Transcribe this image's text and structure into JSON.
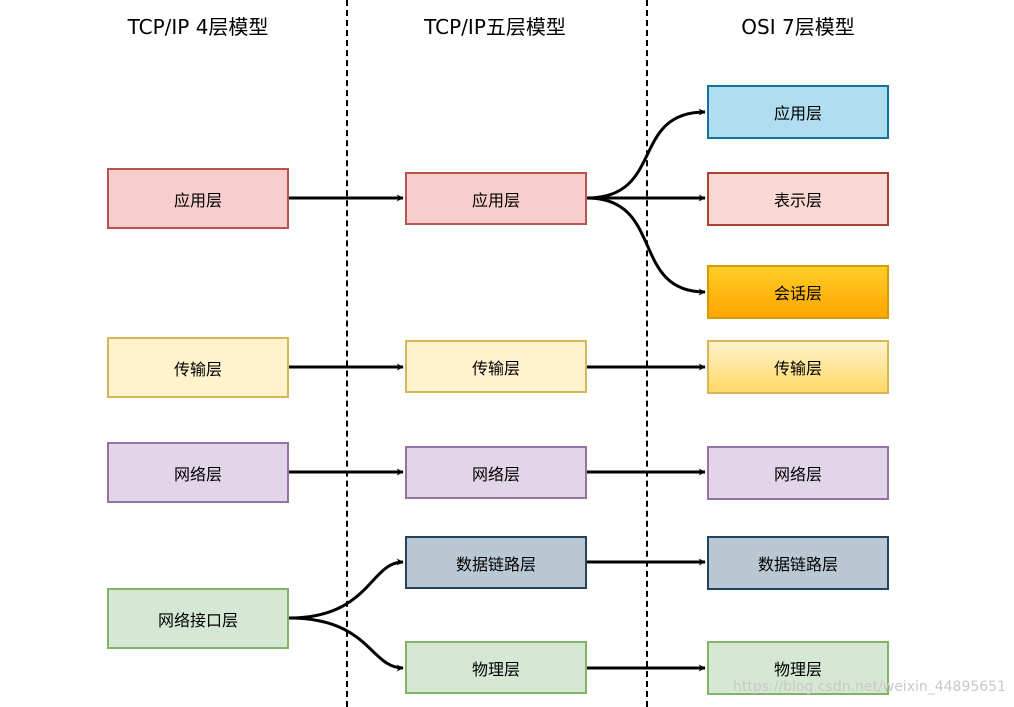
{
  "titles": {
    "col1": "TCP/IP 4层模型",
    "col2": "TCP/IP五层模型",
    "col3": "OSI 7层模型"
  },
  "four_layer": {
    "application": "应用层",
    "transport": "传输层",
    "network": "网络层",
    "interface": "网络接口层"
  },
  "five_layer": {
    "application": "应用层",
    "transport": "传输层",
    "network": "网络层",
    "datalink": "数据链路层",
    "physical": "物理层"
  },
  "osi_layer": {
    "application": "应用层",
    "presentation": "表示层",
    "session": "会话层",
    "transport": "传输层",
    "network": "网络层",
    "datalink": "数据链路层",
    "physical": "物理层"
  },
  "watermark": "https://blog.csdn.net/weixin_44895651"
}
